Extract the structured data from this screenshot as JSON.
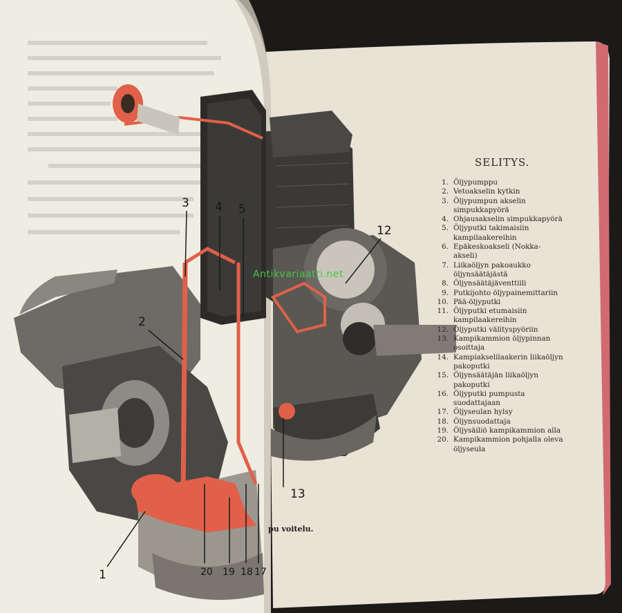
{
  "legend": {
    "title": "SELITYS.",
    "items": [
      {
        "num": "1.",
        "text": "Öljypumppu"
      },
      {
        "num": "2.",
        "text": "Vetoakselin kytkin"
      },
      {
        "num": "3.",
        "text": "Öljypumpun akselin simpukkapyörä"
      },
      {
        "num": "4.",
        "text": "Ohjausakselin simpukkapyörä"
      },
      {
        "num": "5.",
        "text": "Öljyputki takimaisiin kampilaakereihin"
      },
      {
        "num": "6.",
        "text": "Epäkeskoakseli (Nokka-akseli)"
      },
      {
        "num": "7.",
        "text": "Liikaöljyn pakoaukko öljynsäätäjästä"
      },
      {
        "num": "8.",
        "text": "Öljynsäätäjäventtiili"
      },
      {
        "num": "9.",
        "text": "Putkijohto öljypainemittariin"
      },
      {
        "num": "10.",
        "text": "Pää-öljyputki"
      },
      {
        "num": "11.",
        "text": "Öljyputki etumaisiin kampilaakereihin"
      },
      {
        "num": "12.",
        "text": "Öljyputki välityspyöriin"
      },
      {
        "num": "13.",
        "text": "Kampikammion öljypinnan osoittaja"
      },
      {
        "num": "14.",
        "text": "Kampiakselilaakerin liikaöljyn pakoputki"
      },
      {
        "num": "15.",
        "text": "Öljynsäätäjän liikaöljyn pakoputki"
      },
      {
        "num": "16.",
        "text": "Öljyputki pumpusta suodattajaan"
      },
      {
        "num": "17.",
        "text": "Öljyseulan hylsy"
      },
      {
        "num": "18.",
        "text": "Öljynsuodattaja"
      },
      {
        "num": "19.",
        "text": "Öljysäiliö kampikammion alla"
      },
      {
        "num": "20.",
        "text": "Kampikammion pohjalla oleva öljyseula"
      }
    ]
  },
  "callouts": {
    "c1": "1",
    "c2": "2",
    "c3": "3",
    "c4": "4",
    "c5": "5",
    "c12": "12",
    "c13": "13",
    "c17": "17",
    "c18": "18",
    "c19": "19",
    "c20": "20"
  },
  "caption": "pu voitelu.",
  "watermark": "Antikvariaatti.net",
  "colors": {
    "oil_red": "#e0604a",
    "paper": "#e9e4d6",
    "background": "#1b1a18"
  }
}
